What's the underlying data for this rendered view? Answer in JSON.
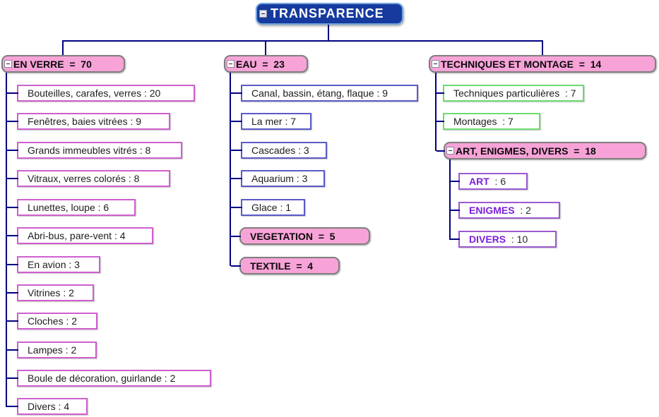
{
  "root": {
    "label": "TRANSPARENCE"
  },
  "columns": {
    "verre": {
      "header": "EN VERRE  =  70",
      "children": [
        "Bouteilles, carafes, verres : 20",
        "Fenêtres, baies vitrées : 9",
        "Grands immeubles vitrés : 8",
        "Vitraux, verres colorés : 8",
        "Lunettes, loupe : 6",
        "Abri-bus, pare-vent : 4",
        "En avion : 3",
        "Vitrines : 2",
        "Cloches : 2",
        "Lampes : 2",
        "Boule de décoration, guirlande : 2",
        "Divers : 4"
      ]
    },
    "eau": {
      "header": "EAU  =  23",
      "children": [
        "Canal, bassin, étang, flaque : 9",
        "La mer : 7",
        "Cascades : 3",
        "Aquarium : 3",
        "Glace : 1"
      ],
      "extra_headers": [
        "VEGETATION  =  5",
        "TEXTILE  =  4"
      ]
    },
    "techniques": {
      "header": "TECHNIQUES ET MONTAGE  =  14",
      "children": [
        "Techniques particulières  : 7",
        "Montages  : 7"
      ],
      "subgroup": {
        "header": "ART, ENIGMES, DIVERS  =  18",
        "children": [
          {
            "label": "ART",
            "value": "  : 6"
          },
          {
            "label": "ENIGMES",
            "value": "  : 2"
          },
          {
            "label": "DIVERS",
            "value": "  : 10"
          }
        ]
      }
    }
  },
  "icons": {
    "collapse": "minus"
  },
  "colors": {
    "connector": "#000082",
    "root_fill": "#163A9E",
    "root_border": "#6FA4DD",
    "category_fill": "#F8A3D8",
    "category_border": "#7F7F7F",
    "leaf_border_pink": "#CE5FCE",
    "leaf_border_blue": "#5A5AC8",
    "leaf_border_green": "#6EDB6E",
    "leaf_border_purple": "#9B59D0",
    "purple_label": "#7B1FDE"
  }
}
